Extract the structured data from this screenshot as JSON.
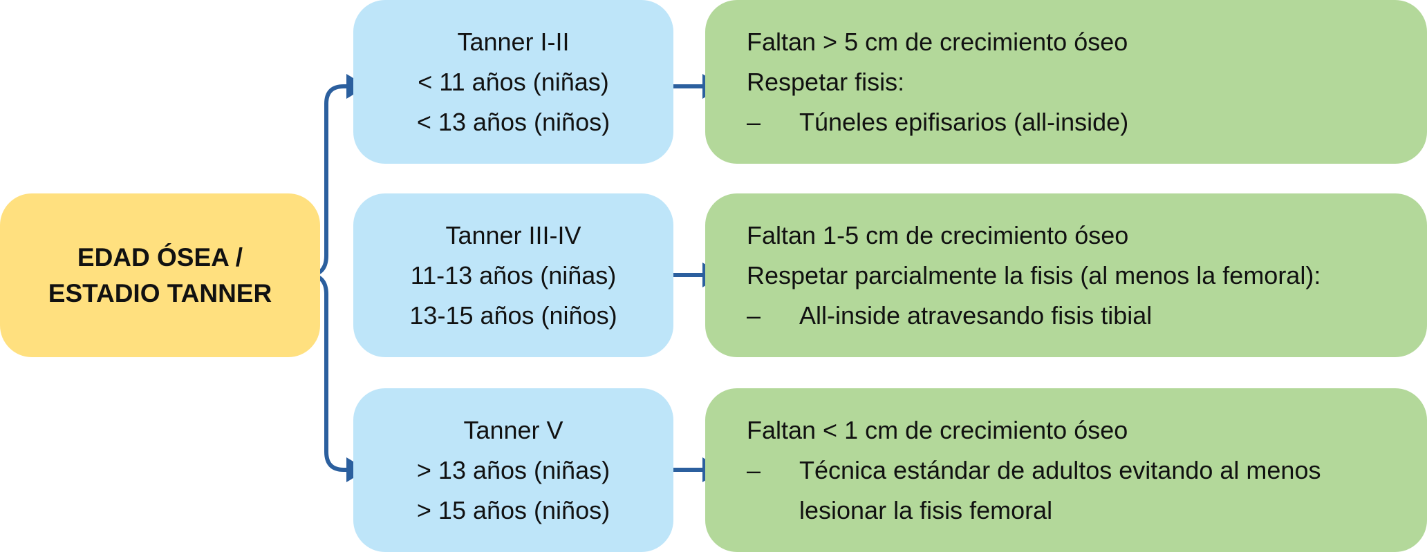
{
  "root": {
    "line1": "EDAD ÓSEA /",
    "line2": "ESTADIO TANNER"
  },
  "stages": [
    {
      "title": "Tanner I-II",
      "girls": "< 11 años (niñas)",
      "boys": "< 13 años (niños)"
    },
    {
      "title": "Tanner III-IV",
      "girls": "11-13 años (niñas)",
      "boys": "13-15 años (niños)"
    },
    {
      "title": "Tanner V",
      "girls": "> 13 años (niñas)",
      "boys": "> 15 años (niños)"
    }
  ],
  "outcomes": [
    {
      "line1": "Faltan > 5 cm de crecimiento óseo",
      "line2": "Respetar fisis:",
      "bullet": "–",
      "item": "Túneles epifisarios (all-inside)"
    },
    {
      "line1": "Faltan 1-5 cm de crecimiento óseo",
      "line2": "Respetar parcialmente la fisis (al menos la femoral):",
      "bullet": "–",
      "item": "All-inside atravesando fisis tibial"
    },
    {
      "line1": "Faltan < 1 cm de crecimiento óseo",
      "bullet": "–",
      "item": "Técnica estándar de adultos evitando al menos lesionar la fisis femoral"
    }
  ],
  "colors": {
    "root": "#FFE07F",
    "stage": "#BEE5F9",
    "outcome": "#B3D89A",
    "arrow": "#2B5F9E"
  }
}
